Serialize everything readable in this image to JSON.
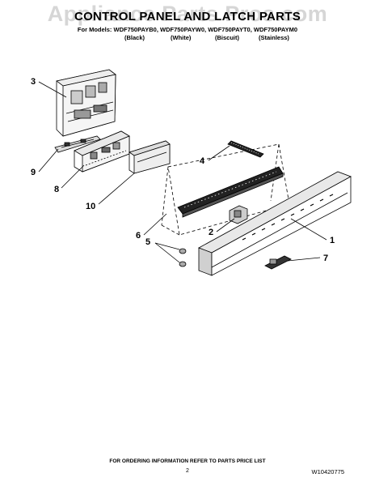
{
  "watermark": "Appliance Parts Pros.com",
  "title": "CONTROL PANEL AND LATCH PARTS",
  "models": "For Models: WDF750PAYB0, WDF750PAYW0, WDF750PAYT0, WDF750PAYM0",
  "colors": [
    "(Black)",
    "(White)",
    "(Biscuit)",
    "(Stainless)"
  ],
  "callouts": [
    "1",
    "2",
    "3",
    "4",
    "5",
    "6",
    "7",
    "8",
    "9",
    "10"
  ],
  "footer": "FOR ORDERING INFORMATION REFER TO PARTS PRICE LIST",
  "page_number": "2",
  "document_number": "W10420775"
}
